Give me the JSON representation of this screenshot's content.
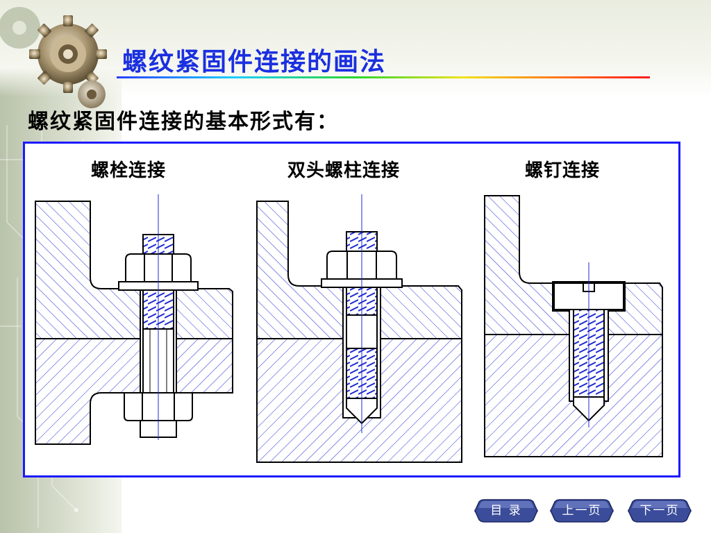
{
  "slide": {
    "title": "螺纹紧固件连接的画法",
    "subtitle": "螺纹紧固件连接的基本形式有："
  },
  "figure": {
    "labels": [
      "螺栓连接",
      "双头螺柱连接",
      "螺钉连接"
    ]
  },
  "navigation": {
    "contents": "目  录",
    "prev": "上一页",
    "next": "下一页"
  },
  "colors": {
    "title": "#1a2fe0",
    "panel_border": "#1a1aff",
    "hatch": "#1f2bd0",
    "nav_button": "#3a4c9a"
  }
}
